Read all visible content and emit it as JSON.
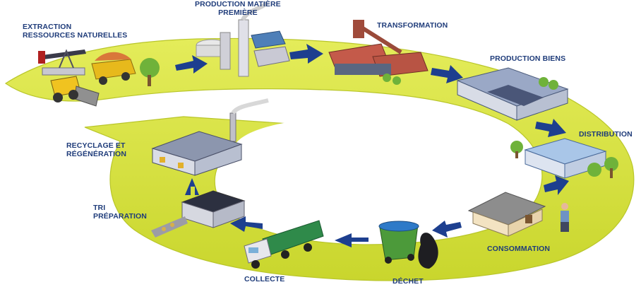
{
  "diagram": {
    "steps": [
      {
        "id": "extraction",
        "label": "EXTRACTION\nRESSOURCES NATURELLES"
      },
      {
        "id": "production-matiere",
        "label": "PRODUCTION MATIÈRE\nPREMIÈRE"
      },
      {
        "id": "transformation",
        "label": "TRANSFORMATION"
      },
      {
        "id": "production-biens",
        "label": "PRODUCTION BIENS"
      },
      {
        "id": "distribution",
        "label": "DISTRIBUTION"
      },
      {
        "id": "consommation",
        "label": "CONSOMMATION"
      },
      {
        "id": "dechet",
        "label": "DÉCHET"
      },
      {
        "id": "collecte",
        "label": "COLLECTE"
      },
      {
        "id": "tri",
        "label": "TRI\nPRÉPARATION"
      },
      {
        "id": "recyclage",
        "label": "RECYCLAGE ET\nRÉGÉNÉRATION"
      }
    ],
    "colors": {
      "ring": "#d6e23a",
      "ring_edge": "#b9c62a",
      "arrow": "#1d3f8f",
      "label": "#1f3c7a"
    }
  }
}
